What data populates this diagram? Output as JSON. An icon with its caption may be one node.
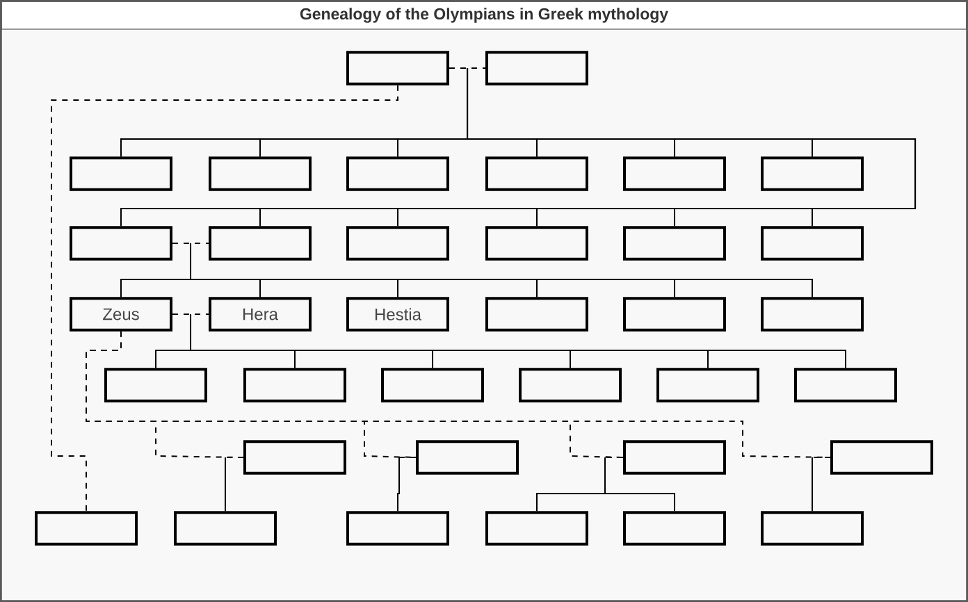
{
  "diagram": {
    "title": "Genealogy of the Olympians in Greek mythology",
    "nodes": [
      {
        "text": [],
        "shape": "box"
      },
      {
        "text": [],
        "shape": "box"
      },
      {
        "text": [],
        "shape": "box"
      },
      {
        "text": [],
        "shape": "box"
      },
      {
        "text": [],
        "shape": "box"
      },
      {
        "text": [],
        "shape": "box"
      },
      {
        "text": [],
        "shape": "box"
      },
      {
        "text": [],
        "shape": "box"
      },
      {
        "text": [],
        "shape": "box"
      },
      {
        "text": [],
        "shape": "box"
      },
      {
        "text": [],
        "shape": "box"
      },
      {
        "text": [],
        "shape": "box"
      },
      {
        "text": [],
        "shape": "box"
      },
      {
        "text": [],
        "shape": "box"
      },
      {
        "text": [
          "Zeus"
        ]
      },
      {
        "text": [
          "Hera"
        ]
      },
      {
        "text": [
          "Hestia"
        ]
      },
      {
        "text": [],
        "shape": "box"
      },
      {
        "text": [],
        "shape": "box"
      },
      {
        "text": [],
        "shape": "box"
      },
      {
        "text": [],
        "shape": "box"
      },
      {
        "text": [],
        "shape": "box"
      },
      {
        "text": [],
        "shape": "box"
      },
      {
        "text": [],
        "shape": "box"
      },
      {
        "text": [],
        "shape": "box"
      },
      {
        "text": [],
        "shape": "box"
      },
      {
        "text": [],
        "shape": "box"
      },
      {
        "text": [],
        "shape": "box"
      },
      {
        "text": [],
        "shape": "box"
      },
      {
        "text": [],
        "shape": "box"
      },
      {
        "text": [],
        "shape": "box"
      },
      {
        "text": [],
        "shape": "box"
      },
      {
        "text": [],
        "shape": "box"
      },
      {
        "text": [],
        "shape": "box"
      },
      {
        "text": [],
        "shape": "box"
      },
      {
        "text": [],
        "shape": "box"
      }
    ],
    "edges": [
      {
        "from": 0,
        "to": 1,
        "arrow": "none",
        "style": "dashed"
      },
      {
        "from": 0,
        "to": 2,
        "arrow": "none"
      },
      {
        "from": 1,
        "to": 2,
        "arrow": "none"
      },
      {
        "from": 0,
        "to": 3,
        "arrow": "none"
      },
      {
        "from": 1,
        "to": 3,
        "arrow": "none"
      },
      {
        "from": 0,
        "to": 4,
        "arrow": "none"
      },
      {
        "from": 1,
        "to": 4,
        "arrow": "none"
      },
      {
        "from": 0,
        "to": 5,
        "arrow": "none"
      },
      {
        "from": 1,
        "to": 5,
        "arrow": "none"
      },
      {
        "from": 0,
        "to": 6,
        "arrow": "none"
      },
      {
        "from": 1,
        "to": 6,
        "arrow": "none"
      },
      {
        "from": 0,
        "to": 7,
        "arrow": "none"
      },
      {
        "from": 1,
        "to": 7,
        "arrow": "none"
      },
      {
        "from": 0,
        "to": 8,
        "arrow": "none"
      },
      {
        "from": 1,
        "to": 8,
        "arrow": "none"
      },
      {
        "from": 0,
        "to": 9,
        "arrow": "none"
      },
      {
        "from": 1,
        "to": 9,
        "arrow": "none"
      },
      {
        "from": 0,
        "to": 10,
        "arrow": "none"
      },
      {
        "from": 1,
        "to": 10,
        "arrow": "none"
      },
      {
        "from": 0,
        "to": 11,
        "arrow": "none"
      },
      {
        "from": 1,
        "to": 11,
        "arrow": "none"
      },
      {
        "from": 0,
        "to": 12,
        "arrow": "none"
      },
      {
        "from": 1,
        "to": 12,
        "arrow": "none"
      },
      {
        "from": 0,
        "to": 13,
        "arrow": "none"
      },
      {
        "from": 1,
        "to": 13,
        "arrow": "none"
      },
      {
        "from": 0,
        "to": 30,
        "arrow": "none",
        "style": "dashed"
      },
      {
        "from": 8,
        "to": 9,
        "arrow": "none",
        "style": "dashed"
      },
      {
        "from": 8,
        "to": 14,
        "arrow": "none"
      },
      {
        "from": 9,
        "to": 14,
        "arrow": "none"
      },
      {
        "from": 8,
        "to": 15,
        "arrow": "none"
      },
      {
        "from": 9,
        "to": 15,
        "arrow": "none"
      },
      {
        "from": 8,
        "to": 16,
        "arrow": "none"
      },
      {
        "from": 9,
        "to": 16,
        "arrow": "none"
      },
      {
        "from": 8,
        "to": 17,
        "arrow": "none"
      },
      {
        "from": 9,
        "to": 17,
        "arrow": "none"
      },
      {
        "from": 8,
        "to": 18,
        "arrow": "none"
      },
      {
        "from": 9,
        "to": 18,
        "arrow": "none"
      },
      {
        "from": 8,
        "to": 19,
        "arrow": "none"
      },
      {
        "from": 9,
        "to": 19,
        "arrow": "none"
      },
      {
        "from": 14,
        "to": 15,
        "arrow": "none",
        "style": "dashed"
      },
      {
        "from": 14,
        "to": 20,
        "arrow": "none"
      },
      {
        "from": 15,
        "to": 20,
        "arrow": "none"
      },
      {
        "from": 14,
        "to": 21,
        "arrow": "none"
      },
      {
        "from": 15,
        "to": 21,
        "arrow": "none"
      },
      {
        "from": 14,
        "to": 22,
        "arrow": "none"
      },
      {
        "from": 15,
        "to": 22,
        "arrow": "none"
      },
      {
        "from": 14,
        "to": 23,
        "arrow": "none"
      },
      {
        "from": 15,
        "to": 23,
        "arrow": "none"
      },
      {
        "from": 14,
        "to": 24,
        "arrow": "none"
      },
      {
        "from": 15,
        "to": 24,
        "arrow": "none"
      },
      {
        "from": 14,
        "to": 25,
        "arrow": "none"
      },
      {
        "from": 15,
        "to": 25,
        "arrow": "none"
      },
      {
        "from": 14,
        "to": 26,
        "arrow": "none",
        "style": "dashed"
      },
      {
        "from": 14,
        "to": 27,
        "arrow": "none",
        "style": "dashed"
      },
      {
        "from": 14,
        "to": 28,
        "arrow": "none",
        "style": "dashed"
      },
      {
        "from": 14,
        "to": 29,
        "arrow": "none",
        "style": "dashed"
      },
      {
        "from": 26,
        "to": 31,
        "arrow": "none"
      },
      {
        "from": 27,
        "to": 32,
        "arrow": "none"
      },
      {
        "from": 28,
        "to": 33,
        "arrow": "none"
      },
      {
        "from": 28,
        "to": 34,
        "arrow": "none"
      },
      {
        "from": 29,
        "to": 35,
        "arrow": "none"
      }
    ]
  }
}
